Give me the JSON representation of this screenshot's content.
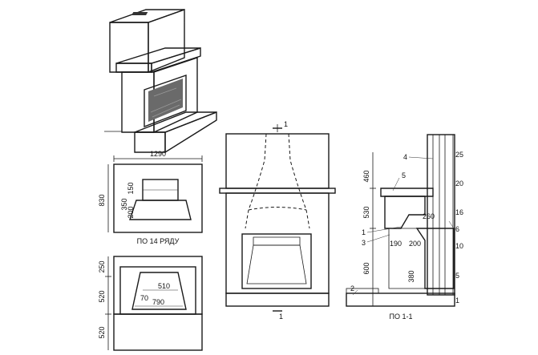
{
  "plan_top": {
    "width": "1290",
    "depth": "830",
    "inner_dims": [
      "350",
      "150",
      "200"
    ],
    "caption": "ПО 14 РЯДУ"
  },
  "plan_bottom": {
    "side_dims": [
      "250",
      "520",
      "520"
    ],
    "inner_dims": [
      "510",
      "70",
      "790"
    ]
  },
  "front": {
    "axis_top": "1",
    "axis_bottom": "1"
  },
  "section": {
    "caption": "ПО 1-1",
    "heights": [
      "460",
      "530",
      "600"
    ],
    "inner": [
      "260",
      "190",
      "200",
      "380"
    ],
    "callouts": [
      "1",
      "2",
      "3",
      "4",
      "5",
      "6"
    ],
    "rows": [
      "25",
      "20",
      "16",
      "10",
      "5",
      "1"
    ]
  }
}
